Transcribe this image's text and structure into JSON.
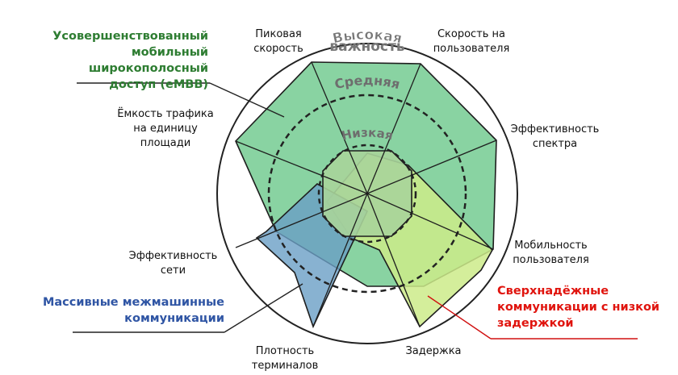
{
  "levels": {
    "high": "Высокая\nважность",
    "medium": "Средняя",
    "low": "Низкая"
  },
  "axes": [
    "Пиковая\nскорость",
    "Скорость на\nпользователя",
    "Эффективность\nспектра",
    "Мобильность\nпользователя",
    "Задержка",
    "Плотность\nтерминалов",
    "Эффективность\nсети",
    "Ёмкость трафика\nна единицу\nплощади"
  ],
  "scenarios": {
    "embb": {
      "label": "Усовершенствованный\nмобильный широкополосный\nдоступ (eMBB)",
      "color": "#2e7d32"
    },
    "mmtc": {
      "label": "Массивные межмашинные\nкоммуникации",
      "color": "#2f55a4"
    },
    "urllc": {
      "label": "Сверхнадёжные\nкоммуникации с низкой\nзадержкой",
      "color": "#e0140e"
    }
  },
  "fills": {
    "embb": "#6fc98e",
    "mmtc": "#6a9fc6",
    "urllc": "#cdeb8a"
  }
}
